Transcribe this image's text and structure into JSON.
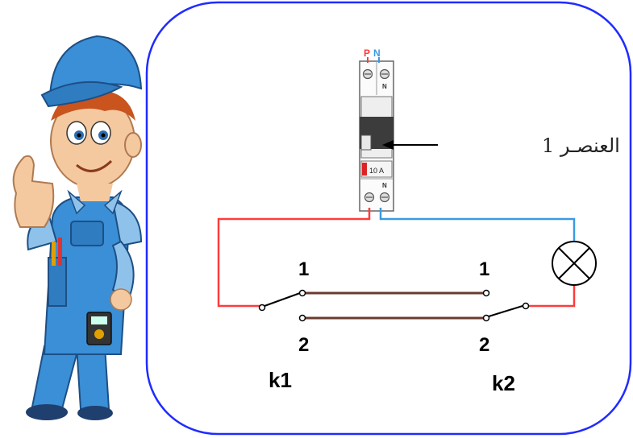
{
  "breaker": {
    "phase_label": "P",
    "neutral_label": "N",
    "top_terminal_label": "N",
    "bottom_terminal_label": "N",
    "rating": "10 A"
  },
  "annotation": {
    "text": "العنصـر 1"
  },
  "switch_k1": {
    "name": "k1",
    "terminal_1": "1",
    "terminal_2": "2"
  },
  "switch_k2": {
    "name": "k2",
    "terminal_1": "1",
    "terminal_2": "2"
  },
  "colors": {
    "phase": "#ff3b3b",
    "neutral": "#3b9ae1",
    "traveler": "#6b3a2e",
    "frame": "#1f2bff",
    "overall_blue": "#3a8fd6",
    "skin": "#f5c9a0",
    "hair": "#c9541e"
  },
  "icons": {
    "lamp": "lamp-cross-icon",
    "character": "electrician-mascot"
  }
}
